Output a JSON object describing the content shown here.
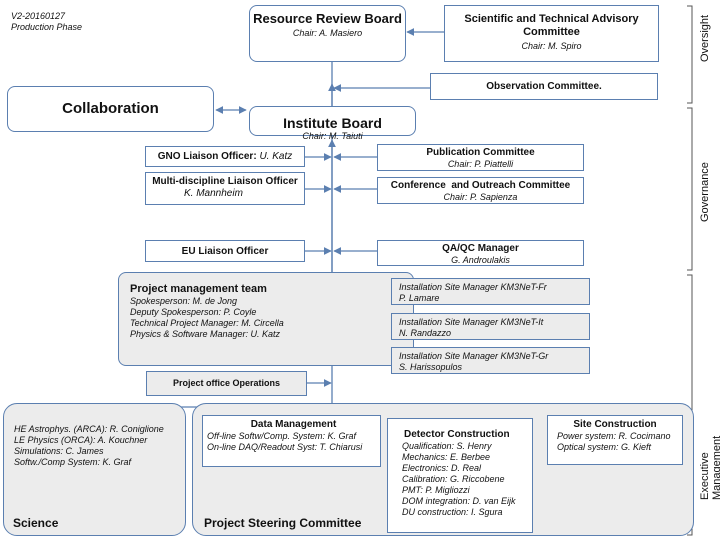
{
  "version": "V2-20160127",
  "phase": "Production Phase",
  "oversight_label": "Oversight",
  "governance_label": "Governance",
  "executive_label": "Executive Management",
  "rrb": {
    "title": "Resource Review Board",
    "chair": "Chair: A. Masiero"
  },
  "stac": {
    "title": "Scientific and Technical Advisory Committee",
    "chair": "Chair: M. Spiro"
  },
  "obs": {
    "title": "Observation Committee."
  },
  "collab": {
    "title": "Collaboration"
  },
  "ib": {
    "title": "Institute Board",
    "chair": "Chair: M. Taiuti"
  },
  "gno": {
    "label": "GNO Liaison Officer:",
    "name": "U. Katz"
  },
  "multi": {
    "label": "Multi-discipline Liaison Officer",
    "name": "K. Mannheim"
  },
  "eu": {
    "label": "EU Liaison Officer"
  },
  "pub": {
    "title": "Publication Committee",
    "chair": "Chair: P. Piattelli"
  },
  "conf": {
    "title": "Conference  and Outreach Committee",
    "chair": "Chair: P. Sapienza"
  },
  "qa": {
    "title": "QA/QC Manager",
    "name": "G. Androulakis"
  },
  "pmt": {
    "title": "Project management team",
    "lines": [
      "Spokesperson: M. de Jong",
      "Deputy Spokesperson: P. Coyle",
      "Technical Project Manager: M. Circella",
      "Physics & Software Manager: U. Katz"
    ]
  },
  "site1": {
    "line1": "Installation Site Manager KM3NeT-Fr",
    "line2": "P. Lamare"
  },
  "site2": {
    "line1": "Installation Site Manager KM3NeT-It",
    "line2": "N. Randazzo"
  },
  "site3": {
    "line1": "Installation Site Manager KM3NeT-Gr",
    "line2": "S. Harissopulos"
  },
  "poo": {
    "title": "Project office Operations"
  },
  "science": {
    "title": "Science",
    "lines": [
      "HE Astrophys. (ARCA): R. Coniglione",
      "LE Physics (ORCA): A. Kouchner",
      "Simulations: C. James",
      "Softw./Comp System: K. Graf"
    ]
  },
  "psc": {
    "title": "Project Steering Committee"
  },
  "dm": {
    "title": "Data Management",
    "lines": [
      "Off-line Softw/Comp. System: K. Graf",
      "On-line DAQ/Readout Syst: T. Chiarusi"
    ]
  },
  "dc": {
    "title": "Detector Construction",
    "lines": [
      "Qualification: S. Henry",
      "Mechanics: E. Berbee",
      "Electronics: D. Real",
      "Calibration: G. Riccobene",
      "PMT: P. Migliozzi",
      "DOM integration: D. van Eijk",
      "DU construction: I. Sgura"
    ]
  },
  "sc": {
    "title": "Site Construction",
    "lines": [
      "Power system: R. Cocimano",
      "Optical system: G. Kieft"
    ]
  }
}
